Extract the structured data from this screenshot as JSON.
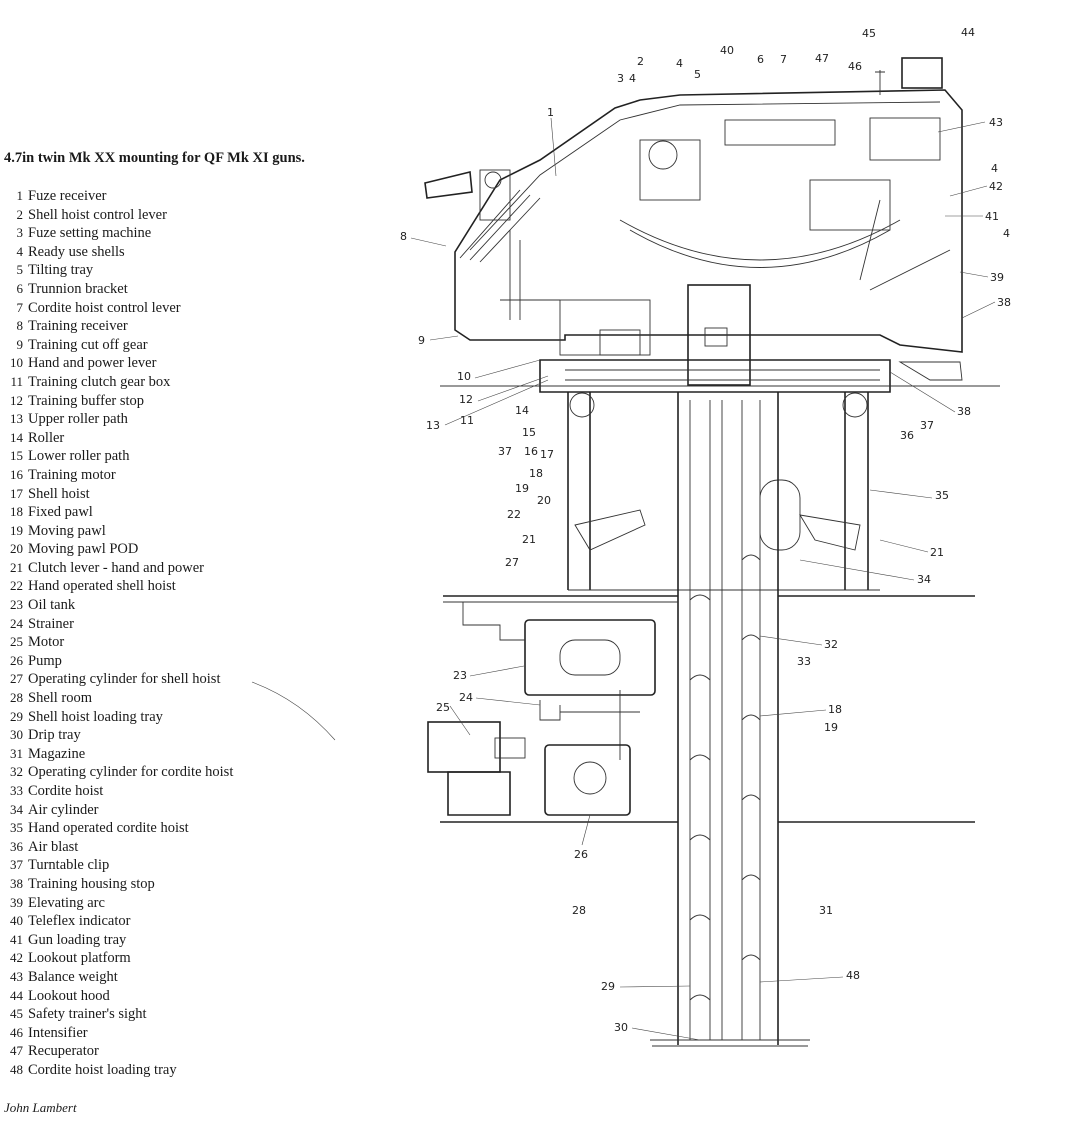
{
  "title": "4.7in twin Mk XX mounting for QF Mk XI guns.",
  "legend": [
    {
      "num": "1",
      "label": "Fuze receiver"
    },
    {
      "num": "2",
      "label": "Shell hoist control lever"
    },
    {
      "num": "3",
      "label": "Fuze setting machine"
    },
    {
      "num": "4",
      "label": "Ready use shells"
    },
    {
      "num": "5",
      "label": "Tilting tray"
    },
    {
      "num": "6",
      "label": "Trunnion bracket"
    },
    {
      "num": "7",
      "label": "Cordite hoist control lever"
    },
    {
      "num": "8",
      "label": "Training receiver"
    },
    {
      "num": "9",
      "label": "Training cut off gear"
    },
    {
      "num": "10",
      "label": "Hand and power lever"
    },
    {
      "num": "11",
      "label": "Training clutch gear box"
    },
    {
      "num": "12",
      "label": "Training buffer stop"
    },
    {
      "num": "13",
      "label": "Upper roller path"
    },
    {
      "num": "14",
      "label": "Roller"
    },
    {
      "num": "15",
      "label": "Lower roller path"
    },
    {
      "num": "16",
      "label": "Training motor"
    },
    {
      "num": "17",
      "label": "Shell hoist"
    },
    {
      "num": "18",
      "label": "Fixed pawl"
    },
    {
      "num": "19",
      "label": "Moving pawl"
    },
    {
      "num": "20",
      "label": "Moving pawl POD"
    },
    {
      "num": "21",
      "label": "Clutch lever - hand and power"
    },
    {
      "num": "22",
      "label": "Hand operated shell hoist"
    },
    {
      "num": "23",
      "label": "Oil tank"
    },
    {
      "num": "24",
      "label": "Strainer"
    },
    {
      "num": "25",
      "label": "Motor"
    },
    {
      "num": "26",
      "label": "Pump"
    },
    {
      "num": "27",
      "label": "Operating cylinder for shell hoist"
    },
    {
      "num": "28",
      "label": "Shell room"
    },
    {
      "num": "29",
      "label": "Shell hoist loading tray"
    },
    {
      "num": "30",
      "label": "Drip tray"
    },
    {
      "num": "31",
      "label": "Magazine"
    },
    {
      "num": "32",
      "label": "Operating cylinder for cordite hoist"
    },
    {
      "num": "33",
      "label": "Cordite hoist"
    },
    {
      "num": "34",
      "label": "Air cylinder"
    },
    {
      "num": "35",
      "label": "Hand operated cordite hoist"
    },
    {
      "num": "36",
      "label": "Air blast"
    },
    {
      "num": "37",
      "label": "Turntable clip"
    },
    {
      "num": "38",
      "label": "Training housing stop"
    },
    {
      "num": "39",
      "label": "Elevating arc"
    },
    {
      "num": "40",
      "label": "Teleflex indicator"
    },
    {
      "num": "41",
      "label": "Gun loading tray"
    },
    {
      "num": "42",
      "label": "Lookout platform"
    },
    {
      "num": "43",
      "label": "Balance weight"
    },
    {
      "num": "44",
      "label": "Lookout hood"
    },
    {
      "num": "45",
      "label": "Safety trainer's sight"
    },
    {
      "num": "46",
      "label": "Intensifier"
    },
    {
      "num": "47",
      "label": "Recuperator"
    },
    {
      "num": "48",
      "label": "Cordite hoist loading tray"
    }
  ],
  "credit": "John Lambert",
  "callouts": [
    "1",
    "2",
    "3",
    "4",
    "5",
    "6",
    "7",
    "8",
    "9",
    "10",
    "11",
    "12",
    "13",
    "14",
    "15",
    "16",
    "17",
    "18",
    "19",
    "20",
    "21",
    "22",
    "23",
    "24",
    "25",
    "26",
    "27",
    "28",
    "29",
    "30",
    "31",
    "32",
    "33",
    "34",
    "35",
    "36",
    "37",
    "38",
    "39",
    "40",
    "41",
    "42",
    "43",
    "44",
    "45",
    "46",
    "47",
    "48"
  ]
}
